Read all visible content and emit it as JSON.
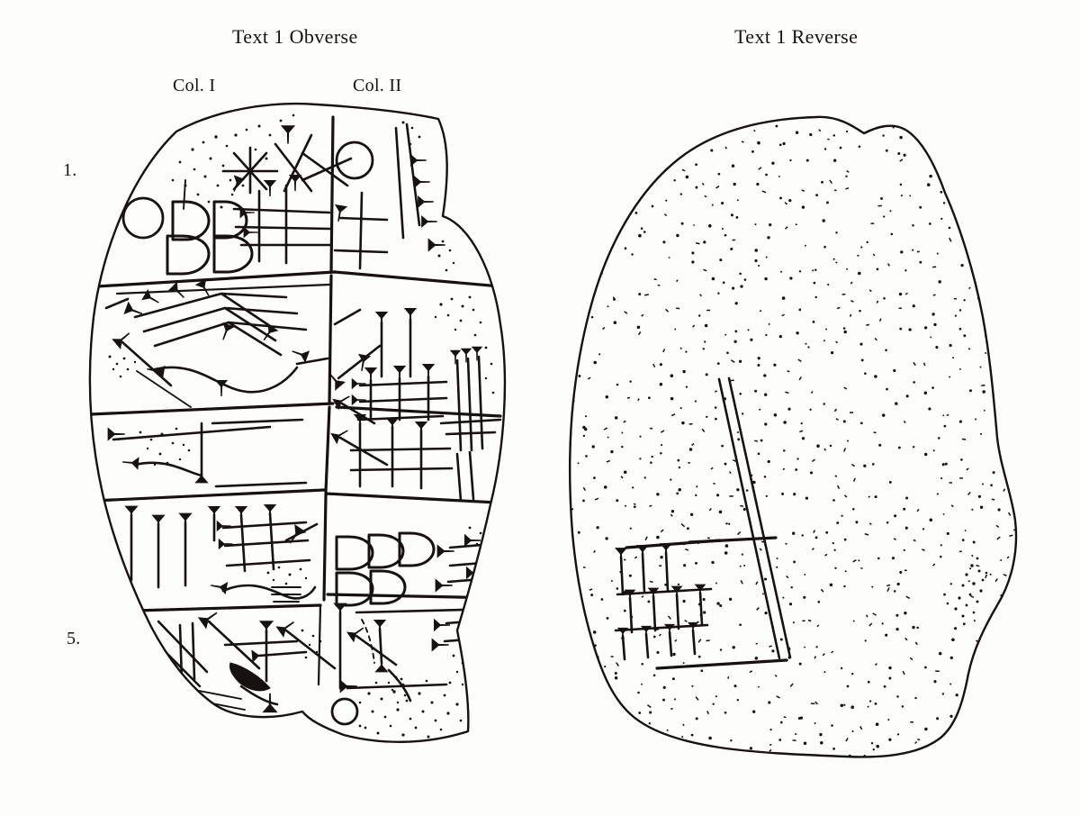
{
  "figure": {
    "obverse_title": "Text 1 Obverse",
    "reverse_title": "Text 1 Reverse",
    "column_labels": [
      "Col. I",
      "Col. II"
    ],
    "line_numbers": [
      "1.",
      "5."
    ],
    "medium": "ink line drawing of a clay tablet",
    "ink_color": "#171110",
    "background_color": "#fdfdfc"
  },
  "obverse": {
    "label": "Text 1 Obverse",
    "columns": [
      {
        "name": "Col. I",
        "label": "Col. I"
      },
      {
        "name": "Col. II",
        "label": "Col. II"
      }
    ],
    "line_markers": [
      {
        "number": "1.",
        "row": 1
      },
      {
        "number": "5.",
        "row": 5
      }
    ],
    "registers": 5,
    "sign_groups": [
      {
        "type": "circle-sign",
        "count": 2,
        "note": "large impressed circle numeral"
      },
      {
        "type": "d-sign",
        "count": 5,
        "note": "semicircular D numerals, row of 3 over row of 2"
      },
      {
        "type": "d-sign-upper",
        "count": 4,
        "note": "D numerals, row of 2 over row of 2"
      },
      {
        "type": "wedge-cluster",
        "count": 40,
        "note": "triangular-headed wedges"
      },
      {
        "type": "damage-stipple",
        "count": 9,
        "note": "stippled breakage / erosion patches"
      },
      {
        "type": "filled-wedge",
        "count": 1,
        "note": "solid black-filled sign"
      }
    ]
  },
  "reverse": {
    "label": "Text 1 Reverse",
    "surface": "uninscribed, uniformly stippled",
    "sign_groups": [
      {
        "type": "wedge-cluster",
        "count": 14,
        "note": "wedge signs in lower-left corner"
      },
      {
        "type": "double-rule",
        "count": 1,
        "note": "long diagonal double dividing line"
      },
      {
        "type": "horizontal-rule",
        "count": 2,
        "note": "ruling lines bounding the sign block"
      },
      {
        "type": "damage-stipple",
        "count": 1,
        "note": "dense stipple patch on right edge"
      }
    ]
  }
}
